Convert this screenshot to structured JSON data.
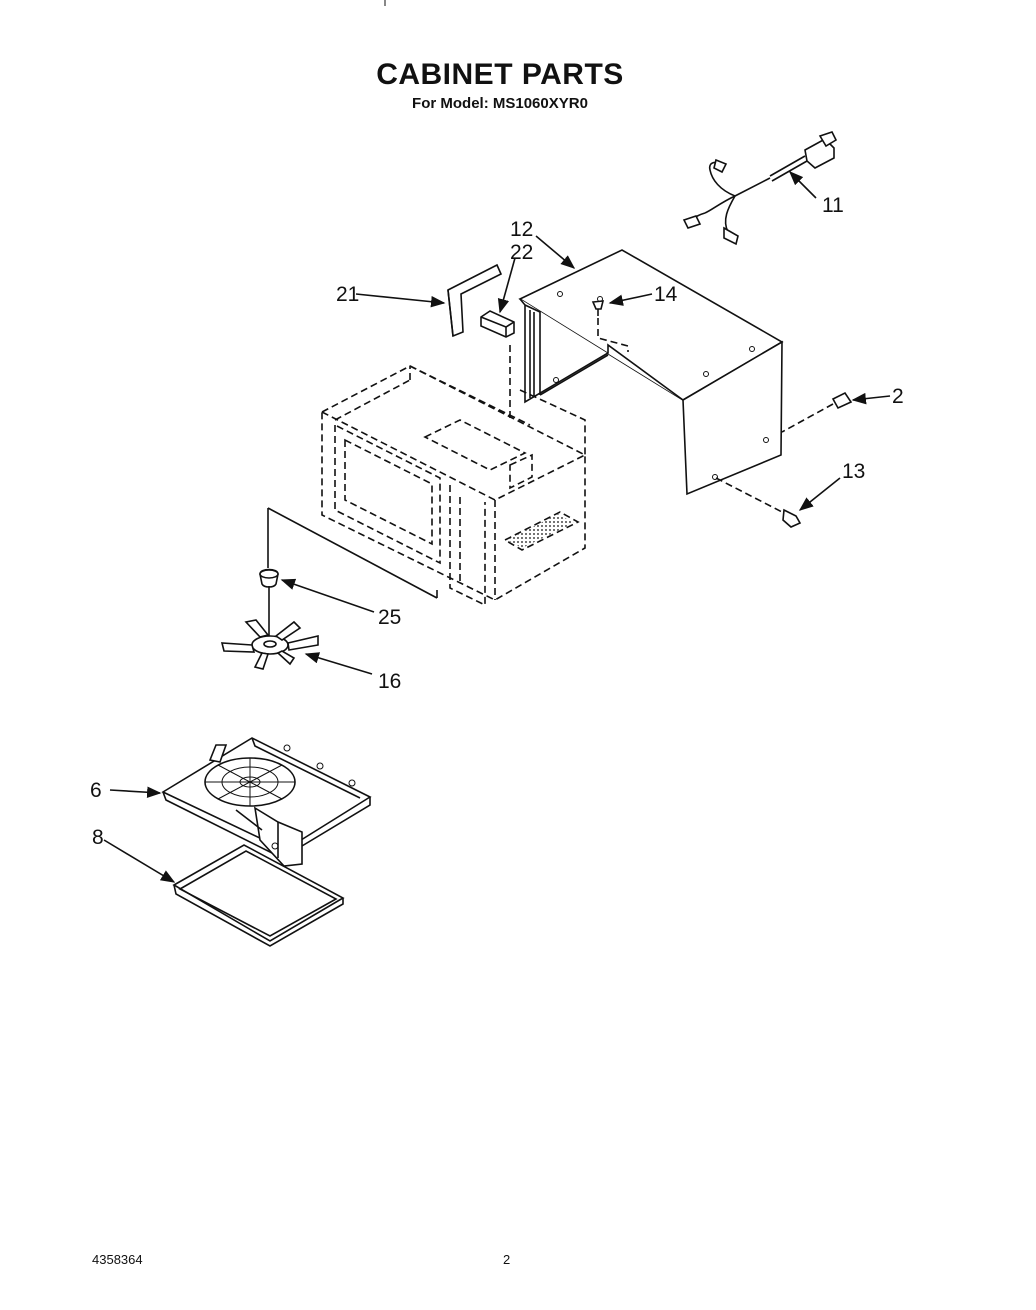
{
  "page": {
    "title": "CABINET PARTS",
    "subtitle": "For Model: MS1060XYR0",
    "doc_number": "4358364",
    "page_number": "2"
  },
  "callouts": {
    "c11": "11",
    "c12": "12",
    "c22": "22",
    "c21": "21",
    "c14": "14",
    "c2": "2",
    "c13": "13",
    "c25": "25",
    "c16": "16",
    "c6": "6",
    "c8": "8"
  }
}
